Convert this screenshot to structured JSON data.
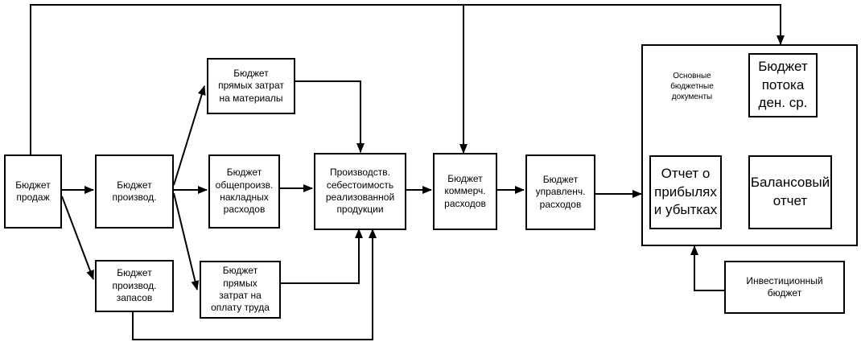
{
  "boxes": {
    "sales": "Бюджет\nпродаж",
    "production": "Бюджет\nпроизвод.",
    "inventory": "Бюджет\nпроизвод.\nзапасов",
    "materials": "Бюджет\nпрямых затрат\nна  материалы",
    "overhead": "Бюджет\nобщепроизв.\nнакладных\nрасходов",
    "labor": "Бюджет\nпрямых\nзатрат  на\nоплату труда",
    "cogs": "Производств.\nсебестоимость\nреализованной\nпродукции",
    "commercial": "Бюджет\nкоммерч.\nрасходов",
    "admin": "Бюджет\nуправленч.\nрасходов",
    "cashflow": "Бюджет\nпотока\nден. ср.",
    "income": "Отчет о\nприбылях\nи убытках",
    "balance": "Балансовый\nотчет",
    "investment": "Инвестиционный\nбюджет"
  },
  "group_caption": "Основные\nбюджетные\nдокументы"
}
